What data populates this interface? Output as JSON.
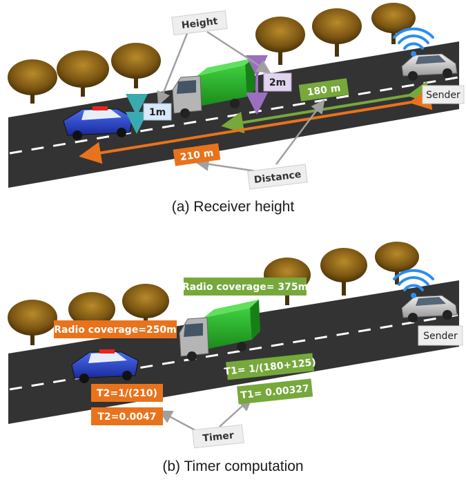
{
  "panel_a": {
    "caption": "(a)  Receiver height",
    "labels": {
      "height": "Height",
      "h1": "1m",
      "h2": "2m",
      "d180": "180 m",
      "d210": "210 m",
      "distance": "Distance",
      "sender": "Sender"
    }
  },
  "panel_b": {
    "caption": "(b)  Timer computation",
    "labels": {
      "radio375": "Radio coverage= 375m",
      "radio250": "Radio coverage=250m",
      "sender": "Sender",
      "t1_formula": "T1= 1/(180+125)",
      "t2_formula": "T2=1/(210)",
      "t1_value": "T1= 0.00327",
      "t2_value": "T2=0.0047",
      "timer": "Timer"
    }
  },
  "colors": {
    "road": "#333333",
    "green": "#76a83c",
    "orange": "#e8731c",
    "lightblue": "#d8e8f8",
    "gray_box": "#eeeeee",
    "purple": "#9b6fc0",
    "teal": "#3aaab0"
  }
}
